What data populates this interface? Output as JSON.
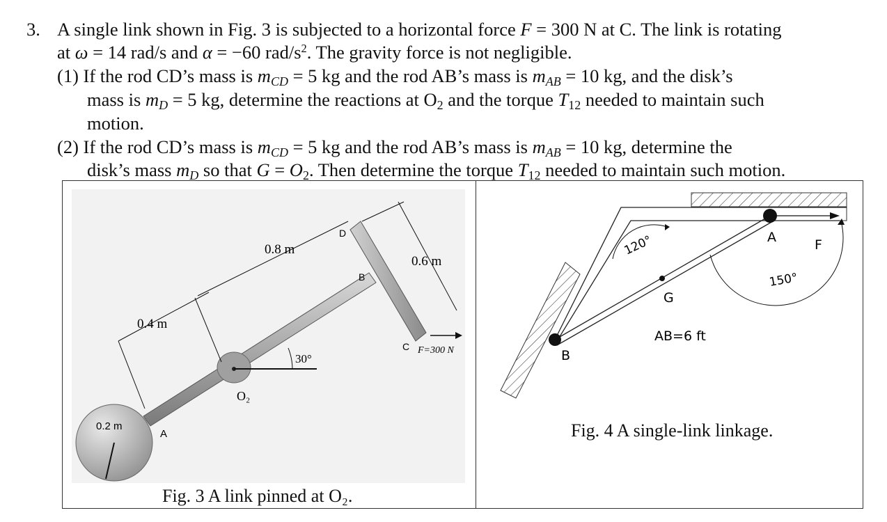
{
  "problem": {
    "number": "3.",
    "intro_line1": "A single link shown in Fig. 3 is subjected to a horizontal force F = 300 N at C. The link is rotating",
    "intro_line2": "at ω = 14 rad/s and α = −60 rad/s². The gravity force is not negligible.",
    "part1_line1": "(1) If the rod CD’s mass is m_CD = 5 kg and the rod AB’s mass is m_AB = 10 kg, and the disk’s",
    "part1_line2": "mass is m_D = 5 kg, determine the reactions at O₂ and the torque T₁₂ needed to maintain such",
    "part1_line3": "motion.",
    "part2_line1": "(2) If the rod CD’s mass is m_CD = 5 kg and the rod AB’s mass is m_AB = 10 kg, determine the",
    "part2_line2": "disk’s mass m_D so that G = O₂. Then determine the torque T₁₂ needed to maintain such motion."
  },
  "fig3": {
    "caption": "Fig. 3 A link pinned at O₂.",
    "label_08": "0.8 m",
    "label_06": "0.6 m",
    "label_04": "0.4 m",
    "label_02": "0.2 m",
    "label_D": "D",
    "label_B": "B",
    "label_C": "C",
    "label_A": "A",
    "label_O2": "O₂",
    "label_angle": "30°",
    "label_force": "F=300 N"
  },
  "fig4": {
    "caption": "Fig. 4 A single-link linkage.",
    "label_A": "A",
    "label_B": "B",
    "label_G": "G",
    "label_F": "F",
    "label_120": "120°",
    "label_150": "150°",
    "label_AB": "AB=6 ft"
  }
}
